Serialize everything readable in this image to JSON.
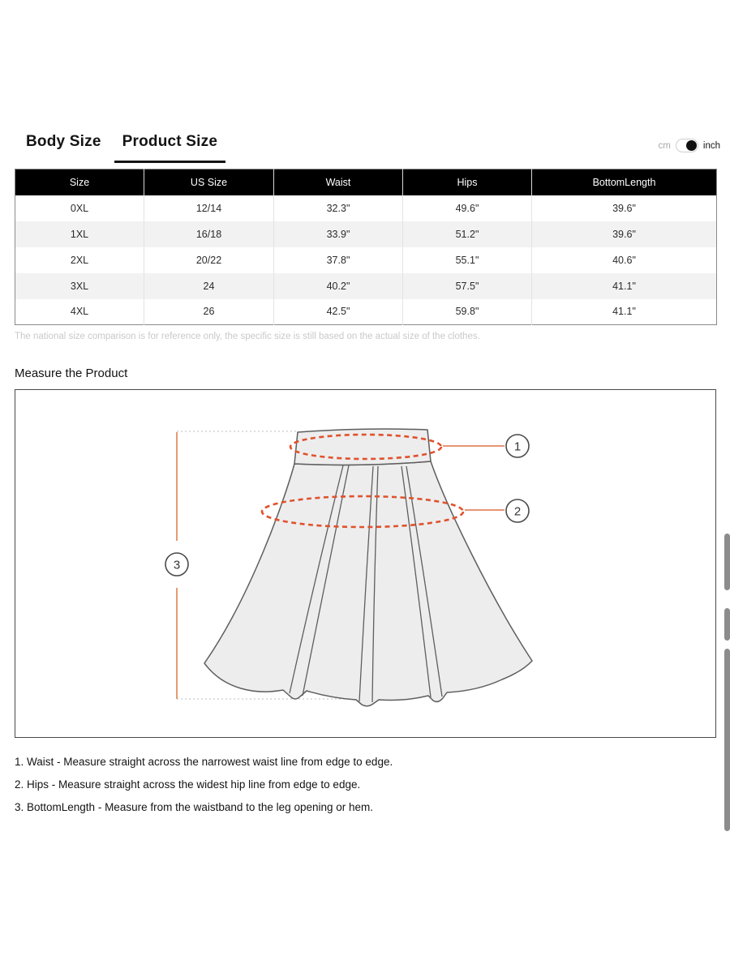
{
  "tabs": [
    {
      "label": "Body Size",
      "active": false
    },
    {
      "label": "Product Size",
      "active": true
    }
  ],
  "unit_toggle": {
    "cm_label": "cm",
    "inch_label": "inch",
    "selected": "inch"
  },
  "size_table": {
    "columns": [
      "Size",
      "US Size",
      "Waist",
      "Hips",
      "BottomLength"
    ],
    "rows": [
      [
        "0XL",
        "12/14",
        "32.3\"",
        "49.6\"",
        "39.6\""
      ],
      [
        "1XL",
        "16/18",
        "33.9\"",
        "51.2\"",
        "39.6\""
      ],
      [
        "2XL",
        "20/22",
        "37.8\"",
        "55.1\"",
        "40.6\""
      ],
      [
        "3XL",
        "24",
        "40.2\"",
        "57.5\"",
        "41.1\""
      ],
      [
        "4XL",
        "26",
        "42.5\"",
        "59.8\"",
        "41.1\""
      ]
    ]
  },
  "note": "The national size comparison is for reference only, the specific size is still based on the actual size of the clothes.",
  "measure_section": {
    "title": "Measure the Product",
    "callouts": [
      "1",
      "2",
      "3"
    ],
    "instructions": [
      "1. Waist - Measure straight across the narrowest waist line from edge to edge.",
      "2. Hips - Measure straight across the widest hip line from edge to edge.",
      "3. BottomLength - Measure from the waistband to the leg opening or hem."
    ]
  },
  "colors": {
    "accent_orange": "#E05A2F",
    "table_header_bg": "#000000",
    "row_alt_bg": "#F2F2F2",
    "note_gray": "#C9C9C9",
    "sketch_fill": "#EDEDEE",
    "sketch_line": "#5E5E5E"
  }
}
